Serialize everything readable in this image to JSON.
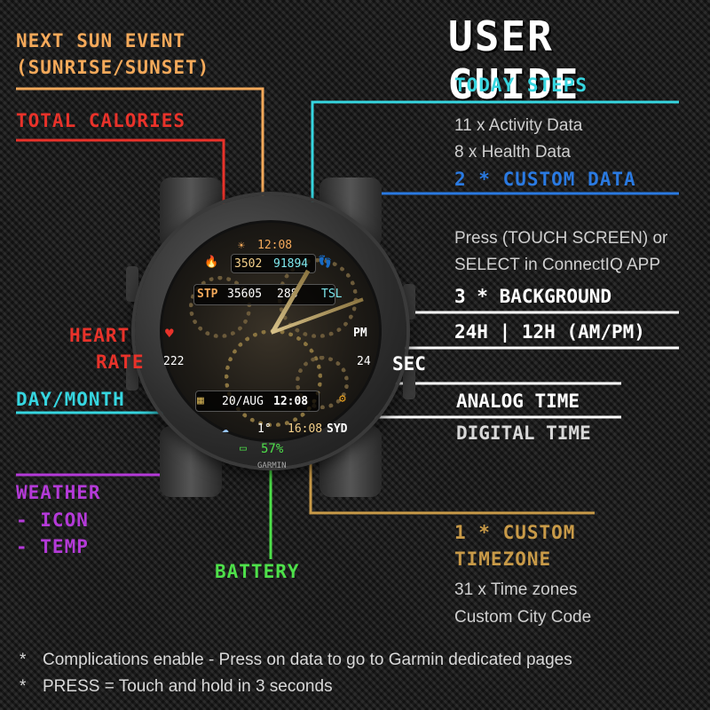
{
  "title": "USER GUIDE",
  "labels": {
    "sun_event_1": "NEXT SUN EVENT",
    "sun_event_2": "(SUNRISE/SUNSET)",
    "total_calories": "TOTAL CALORIES",
    "heart_rate_1": "HEART",
    "heart_rate_2": "RATE",
    "day_month": "DAY/MONTH",
    "weather": "WEATHER",
    "weather_icon": "-  ICON",
    "weather_temp": "-  TEMP",
    "battery": "BATTERY",
    "today_steps": "TODAY STEPS",
    "custom_data": "2 * CUSTOM DATA",
    "background": "3 * BACKGROUND",
    "time_format": "24H | 12H (AM/PM)",
    "sec": "SEC",
    "analog_time": "ANALOG TIME",
    "digital_time": "DIGITAL TIME",
    "custom_timezone_1": "1 * CUSTOM",
    "custom_timezone_2": "TIMEZONE"
  },
  "info": {
    "activity": "11 x Activity Data",
    "health": "8 x Health Data",
    "press_1": "Press (TOUCH SCREEN) or",
    "press_2": "SELECT in ConnectIQ APP",
    "timezones": "31 x Time zones",
    "city_code": "Custom City Code"
  },
  "footnotes": {
    "note1_star": "*",
    "note1": "Complications enable - Press on data to go to Garmin dedicated pages",
    "note2_star": "*",
    "note2": "PRESS = Touch and hold in 3 seconds"
  },
  "watch": {
    "sun_time": "12:08",
    "calories": "3502",
    "steps": "91894",
    "data_label": "STP",
    "data_value_1": "35605",
    "data_value_2": "288",
    "data_right": "TSL",
    "ampm": "PM",
    "heart_rate": "222",
    "seconds": "24",
    "date": "20/AUG",
    "digital_time": "12:08",
    "temp": "1°",
    "tz_time": "16:08",
    "tz_city": "SYD",
    "battery": "57%",
    "brand": "GARMIN"
  },
  "colors": {
    "orange": "#f4a95a",
    "red": "#e8322a",
    "cyan": "#36d6e0",
    "blue": "#2a7ae2",
    "purple": "#b43ad8",
    "green": "#4ee04a",
    "gold": "#c89a48",
    "white": "#ffffff"
  }
}
